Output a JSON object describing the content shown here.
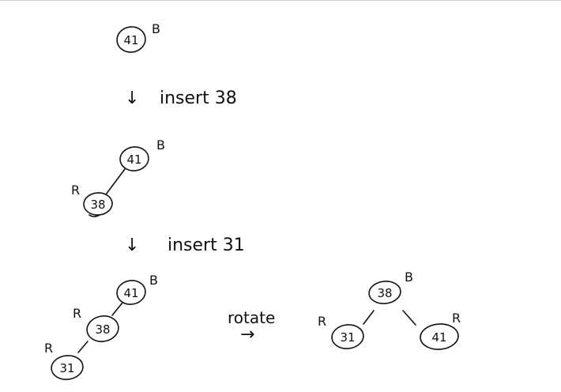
{
  "colors": {
    "ink": "#111111",
    "background": "#ffffff",
    "rule": "#cfcfcf"
  },
  "stage1": {
    "root": {
      "value": "41",
      "color_mark": "B"
    }
  },
  "step1": {
    "arrow": "↓",
    "text": "insert 38"
  },
  "stage2": {
    "root": {
      "value": "41",
      "color_mark": "B"
    },
    "child": {
      "value": "38",
      "color_mark": "R"
    }
  },
  "step2": {
    "arrow": "↓",
    "text": "insert 31"
  },
  "stage3": {
    "root": {
      "value": "41",
      "color_mark": "B"
    },
    "child": {
      "value": "38",
      "color_mark": "R"
    },
    "grandchild": {
      "value": "31",
      "color_mark": "R"
    }
  },
  "rotation": {
    "label": "rotate",
    "arrow": "→"
  },
  "result": {
    "root": {
      "value": "38",
      "color_mark": "B"
    },
    "left": {
      "value": "31",
      "color_mark": "R"
    },
    "right": {
      "value": "41",
      "color_mark": "R"
    }
  }
}
